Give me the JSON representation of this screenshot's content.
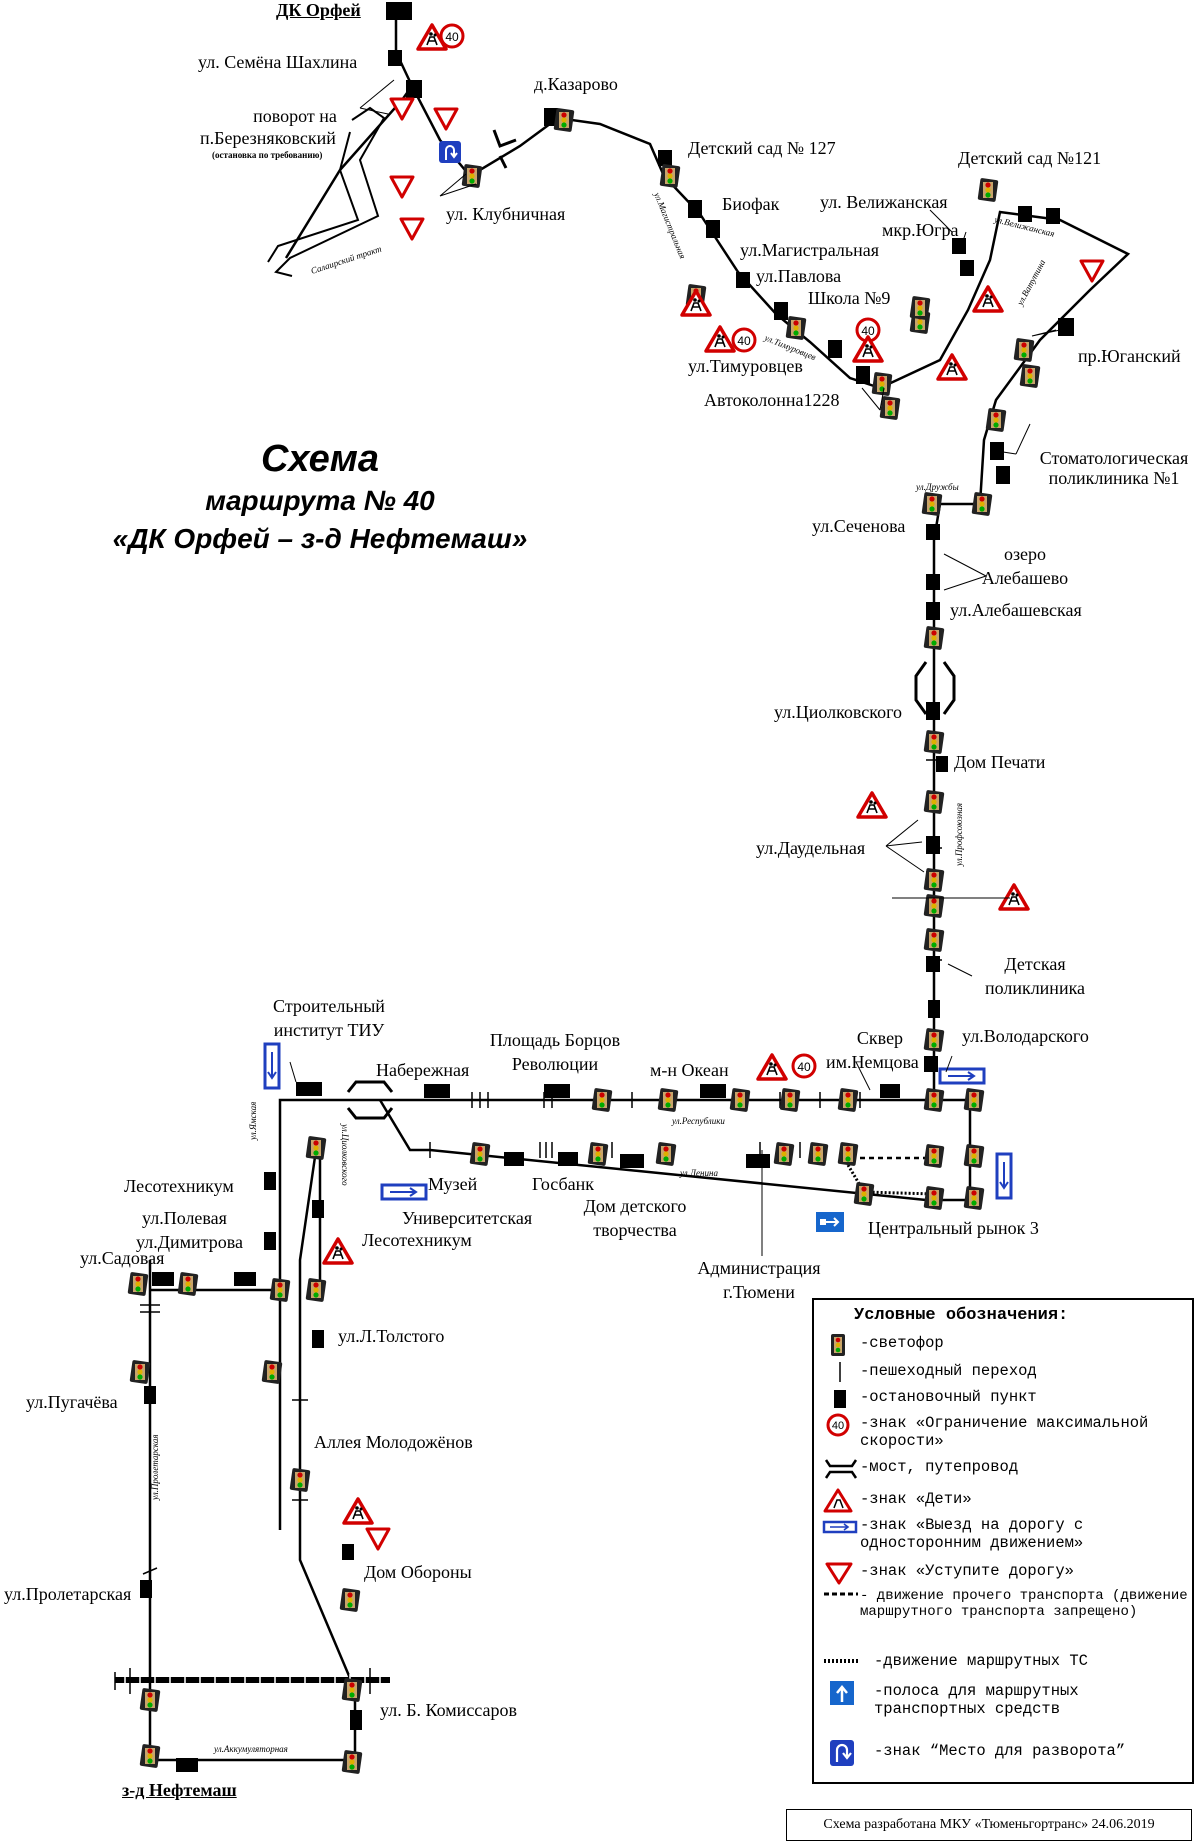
{
  "title": {
    "line1": "Схема",
    "line2": "маршрута № 40",
    "line3": "«ДК Орфей – з-д Нефтемаш»"
  },
  "terminals": {
    "start": "ДК Орфей",
    "end": "з-д Нефтемаш"
  },
  "stops": {
    "semena_shakhlina": "ул. Семёна Шахлина",
    "povorot_1": "поворот на",
    "povorot_2": "п.Березняковский",
    "povorot_note": "(остановка по требованию)",
    "kazarovo": "д.Казарово",
    "klubnichnaya": "ул. Клубничная",
    "sad127": "Детский сад № 127",
    "biofak": "Биофак",
    "magistralnaya": "ул.Магистральная",
    "pavlova": "ул.Павлова",
    "school9": "Школа №9",
    "timurovtsev": "ул.Тимуровцев",
    "avtokolonna": "Автоколонна1228",
    "sad121": "Детский сад №121",
    "velizhanskaya": "ул. Велижанская",
    "yugra": "мкр.Югра",
    "yuganskiy": "пр.Юганский",
    "stomat_1": "Стоматологическая",
    "stomat_2": "поликлиника №1",
    "sechenova": "ул.Сеченова",
    "ozero_1": "озеро",
    "ozero_2": "Алебашево",
    "alebashevskaya": "ул.Алебашевская",
    "tsiolkovskogo": "ул.Циолковского",
    "dom_pechati": "Дом Печати",
    "daudelnaya": "ул.Даудельная",
    "det_polikl_1": "Детская",
    "det_polikl_2": "поликлиника",
    "volodarskogo": "ул.Володарского",
    "skver_1": "Сквер",
    "skver_2": "им.Немцова",
    "ploshchad_1": "Площадь Борцов",
    "ploshchad_2": "Революции",
    "okean": "м-н Океан",
    "naberezhnaya": "Набережная",
    "stroit_1": "Строительный",
    "stroit_2": "институт ТИУ",
    "muzey": "Музей",
    "gosbank": "Госбанк",
    "universitetskaya": "Университетская",
    "ddt_1": "Дом детского",
    "ddt_2": "творчества",
    "admin_1": "Администрация",
    "admin_2": "г.Тюмени",
    "tsentr_rynok": "Центральный рынок 3",
    "lesotekhnikum_a": "Лесотехникум",
    "lesotekhnikum_b": "Лесотехникум",
    "polevaya": "ул.Полевая",
    "dimitrova": "ул.Димитрова",
    "sadovaya": "ул.Садовая",
    "l_tolstogo": "ул.Л.Толстого",
    "pugachyova": "ул.Пугачёва",
    "molodozhyonov": "Аллея Молодожёнов",
    "dom_oborony": "Дом Обороны",
    "proletarskaya": "ул.Пролетарская",
    "komissarov": "ул. Б. Комиссаров"
  },
  "streets": {
    "salairskiy": "Салаирский тракт",
    "magistralnaya": "ул.Магистральная",
    "timurovtsev": "ул.Тимуровцев",
    "velizhanskaya": "ул.Велижанская",
    "vatutina": "ул.Ватутина",
    "druzhby": "ул.Дружбы",
    "profsoyuznaya": "ул.Профсоюзная",
    "respubliki": "ул.Республики",
    "lenina": "ул.Ленина",
    "yamskaya": "ул.Ямская",
    "tsiolkovskogo_v": "ул.Циолковского",
    "proletarskaya": "ул.Пролетарская",
    "akkumulyatornaya": "ул.Аккумуляторная"
  },
  "signs": {
    "speed_value": "40"
  },
  "legend": {
    "title": "Условные обозначения:",
    "items": [
      {
        "icon": "traffic-light-icon",
        "text": "-светофор"
      },
      {
        "icon": "crosswalk-icon",
        "text": "-пешеходный переход"
      },
      {
        "icon": "bus-stop-icon",
        "text": "-остановочный пункт"
      },
      {
        "icon": "speed-limit-icon",
        "text": "-знак «Ограничение максимальной скорости»"
      },
      {
        "icon": "bridge-icon",
        "text": "-мост, путепровод"
      },
      {
        "icon": "children-sign-icon",
        "text": "-знак «Дети»"
      },
      {
        "icon": "one-way-exit-icon",
        "text": "-знак «Выезд на дорогу с односторонним движением»"
      },
      {
        "icon": "give-way-icon",
        "text": "-знак «Уступите дорогу»"
      },
      {
        "icon": "other-traffic-line-icon",
        "text": "- движение прочего транспорта (движение маршрутного транспорта запрещено)"
      },
      {
        "icon": "route-vehicles-line-icon",
        "text": "-движение маршрутных ТС"
      },
      {
        "icon": "bus-lane-icon",
        "text": "-полоса для маршрутных транспортных средств"
      },
      {
        "icon": "u-turn-icon",
        "text": "-знак “Место для разворота”"
      }
    ]
  },
  "credit": "Схема разработана МКУ «Тюменьгортранс» 24.06.2019",
  "colors": {
    "route": "#000000",
    "sign_red": "#d10000",
    "sign_blue": "#1f3fbf",
    "bus_lane_blue": "#1666cc"
  }
}
